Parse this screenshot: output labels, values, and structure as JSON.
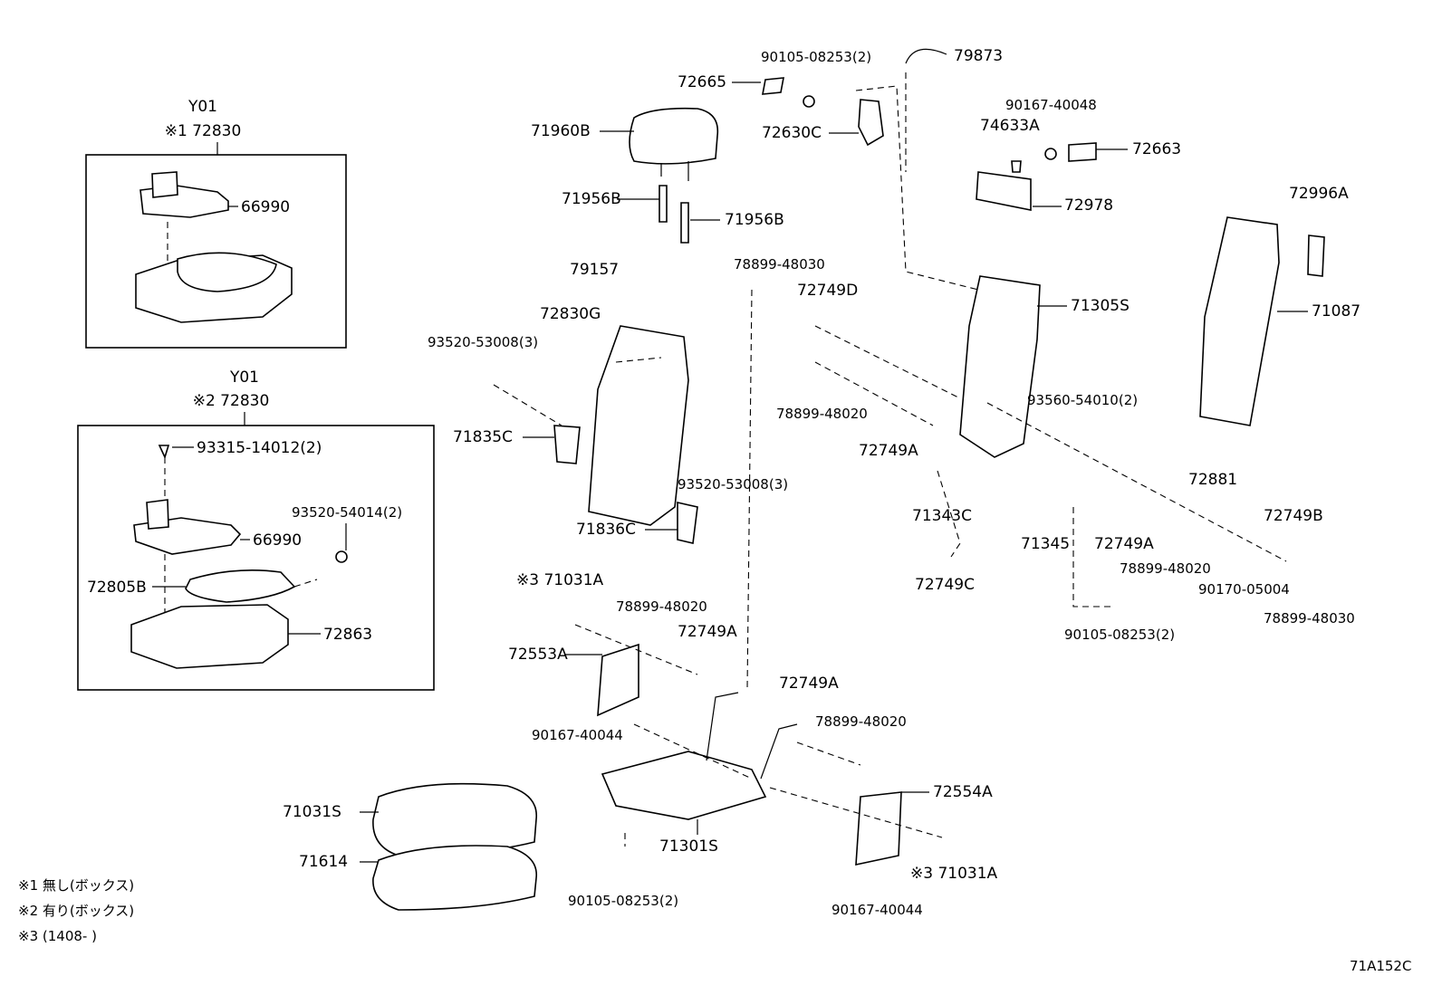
{
  "inset_top": {
    "variant": "Y01",
    "code": "※1 72830",
    "part": "66990"
  },
  "inset_bottom": {
    "variant": "Y01",
    "code": "※2 72830",
    "parts": [
      "93315-14012(2)",
      "66990",
      "93520-54014(2)",
      "72805B",
      "72863"
    ]
  },
  "callouts": [
    {
      "id": "c1",
      "text": "90105-08253(2)"
    },
    {
      "id": "c2",
      "text": "79873"
    },
    {
      "id": "c3",
      "text": "72665"
    },
    {
      "id": "c4",
      "text": "90167-40048"
    },
    {
      "id": "c5",
      "text": "74633A"
    },
    {
      "id": "c6",
      "text": "72663"
    },
    {
      "id": "c7",
      "text": "71960B"
    },
    {
      "id": "c8",
      "text": "72630C"
    },
    {
      "id": "c9",
      "text": "71956B"
    },
    {
      "id": "c10",
      "text": "71956B"
    },
    {
      "id": "c11",
      "text": "72978"
    },
    {
      "id": "c12",
      "text": "72996A"
    },
    {
      "id": "c13",
      "text": "79157"
    },
    {
      "id": "c14",
      "text": "78899-48030"
    },
    {
      "id": "c15",
      "text": "72749D"
    },
    {
      "id": "c16",
      "text": "71305S"
    },
    {
      "id": "c17",
      "text": "71087"
    },
    {
      "id": "c18",
      "text": "72830G"
    },
    {
      "id": "c19",
      "text": "93520-53008(3)"
    },
    {
      "id": "c20",
      "text": "93560-54010(2)"
    },
    {
      "id": "c21",
      "text": "78899-48020"
    },
    {
      "id": "c22",
      "text": "71835C"
    },
    {
      "id": "c23",
      "text": "72749A"
    },
    {
      "id": "c24",
      "text": "93520-53008(3)"
    },
    {
      "id": "c25",
      "text": "72881"
    },
    {
      "id": "c26",
      "text": "71343C"
    },
    {
      "id": "c27",
      "text": "72749B"
    },
    {
      "id": "c28",
      "text": "71836C"
    },
    {
      "id": "c29",
      "text": "71345"
    },
    {
      "id": "c30",
      "text": "72749A"
    },
    {
      "id": "c31",
      "text": "78899-48020"
    },
    {
      "id": "c32",
      "text": "72749C"
    },
    {
      "id": "c33",
      "text": "90170-05004"
    },
    {
      "id": "c34",
      "text": "78899-48030"
    },
    {
      "id": "c35",
      "text": "※3 71031A"
    },
    {
      "id": "c36",
      "text": "90105-08253(2)"
    },
    {
      "id": "c37",
      "text": "78899-48020"
    },
    {
      "id": "c38",
      "text": "72749A"
    },
    {
      "id": "c39",
      "text": "72553A"
    },
    {
      "id": "c40",
      "text": "90167-40044"
    },
    {
      "id": "c41",
      "text": "72749A"
    },
    {
      "id": "c42",
      "text": "78899-48020"
    },
    {
      "id": "c43",
      "text": "72554A"
    },
    {
      "id": "c44",
      "text": "71031S"
    },
    {
      "id": "c45",
      "text": "71301S"
    },
    {
      "id": "c46",
      "text": "71614"
    },
    {
      "id": "c47",
      "text": "※3 71031A"
    },
    {
      "id": "c48",
      "text": "90105-08253(2)"
    },
    {
      "id": "c49",
      "text": "90167-40044"
    }
  ],
  "notes": [
    "※1 無し(ボックス)",
    "※2 有り(ボックス)",
    "※3 (1408-      )"
  ],
  "diagram_code": "71A152C"
}
